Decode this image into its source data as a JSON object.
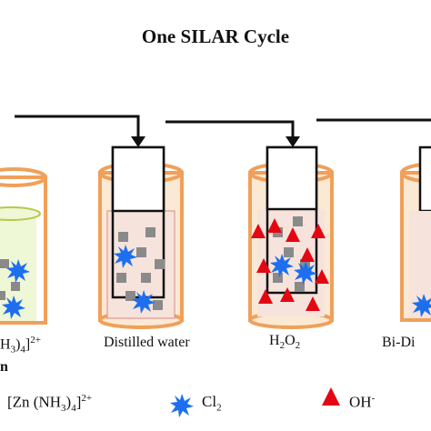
{
  "diagram": {
    "title": "One SILAR Cycle",
    "beakers": [
      {
        "id": "zn-complex",
        "label_main": "H",
        "label_sub": "3",
        "label_close": ")",
        "label_sub2": "4",
        "label_bracket": "]",
        "label_sup": "2+",
        "label_line2": "n"
      },
      {
        "id": "distilled-water",
        "label": "Distilled water"
      },
      {
        "id": "h2o2",
        "label_h": "H",
        "label_sub1": "2",
        "label_o": "O",
        "label_sub2": "2"
      },
      {
        "id": "bi-distilled",
        "label": "Bi-Di"
      }
    ],
    "legend": {
      "zn_prefix": "[Zn (NH",
      "zn_sub": "3",
      "zn_close": ")",
      "zn_sub2": "4",
      "zn_bracket": "]",
      "zn_sup": "2+",
      "cl_text": "Cl",
      "cl_sub": "2",
      "oh_text": "OH",
      "oh_sup": "-"
    },
    "colors": {
      "beaker_outline": "#f0a05a",
      "solution_tint": "#f6e3dc",
      "zn_solution": "#eef7d6",
      "zn_square": "#8a8a8a",
      "cl_star": "#1e6ff0",
      "oh_triangle": "#e30613",
      "arrow": "#111111"
    }
  }
}
